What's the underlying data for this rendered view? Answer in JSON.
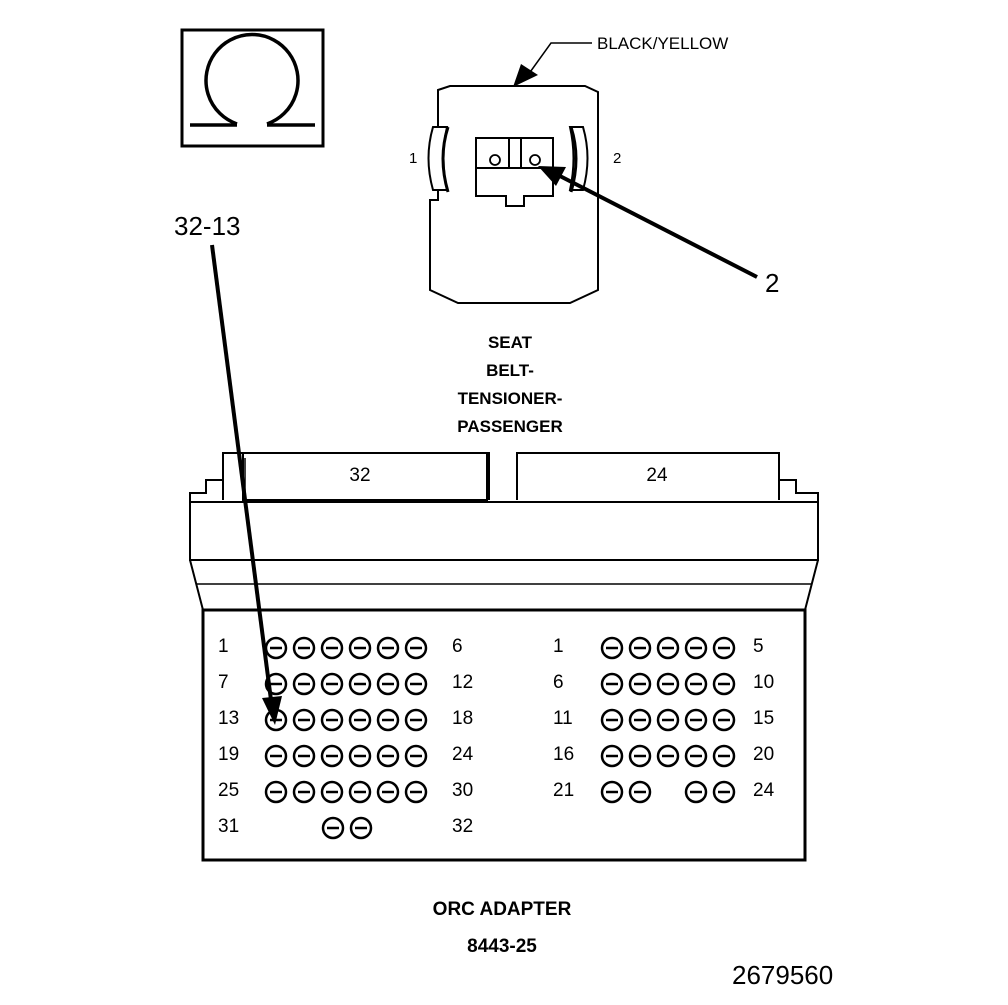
{
  "meter_symbol": {
    "icon": "ohm-symbol-icon"
  },
  "wire_color": "BLACK/YELLOW",
  "seat_connector": {
    "left_label": "1",
    "right_label": "2",
    "pin_callout": "2",
    "title_lines": [
      "SEAT",
      "BELT-",
      "TENSIONER-",
      "PASSENGER"
    ]
  },
  "probe_callout": "32-13",
  "adapter": {
    "left_header": "32",
    "right_header": "24",
    "left_rows": [
      {
        "start": "1",
        "end": "6"
      },
      {
        "start": "7",
        "end": "12"
      },
      {
        "start": "13",
        "end": "18"
      },
      {
        "start": "19",
        "end": "24"
      },
      {
        "start": "25",
        "end": "30"
      },
      {
        "start": "31",
        "end": "32"
      }
    ],
    "right_rows": [
      {
        "start": "1",
        "end": "5"
      },
      {
        "start": "6",
        "end": "10"
      },
      {
        "start": "11",
        "end": "15"
      },
      {
        "start": "16",
        "end": "20"
      },
      {
        "start": "21",
        "end": "24"
      }
    ],
    "name": "ORC ADAPTER",
    "part_number": "8443-25"
  },
  "figure_id": "2679560"
}
